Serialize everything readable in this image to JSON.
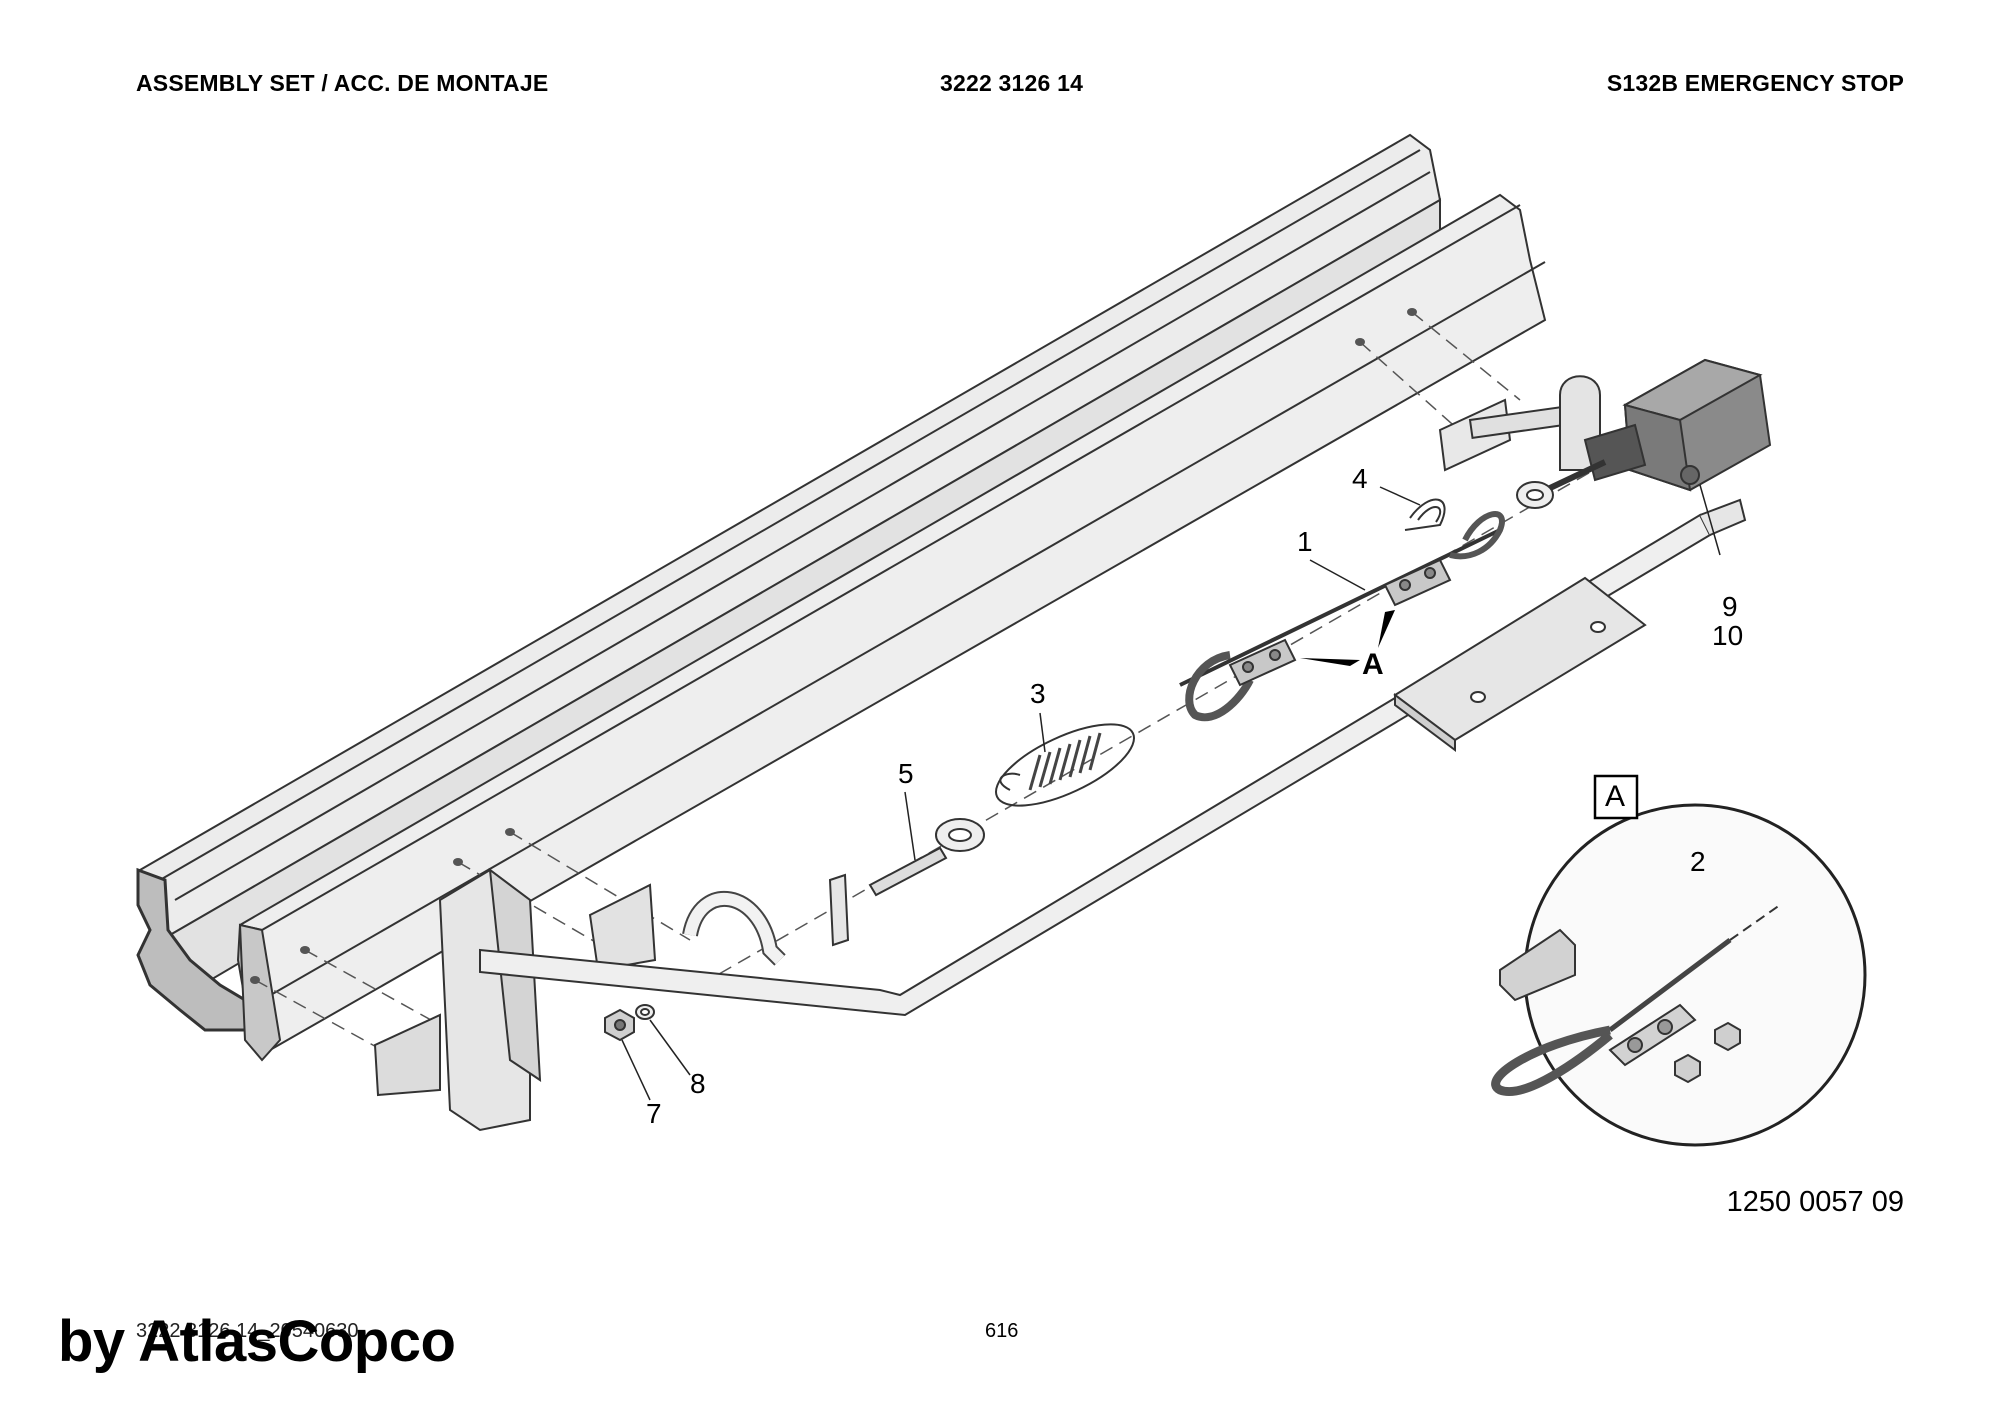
{
  "header": {
    "left": "ASSEMBLY SET / ACC. DE MONTAJE",
    "center": "3222 3126 14",
    "right": "S132B EMERGENCY STOP"
  },
  "callouts": {
    "c1": "1",
    "c2": "2",
    "c3": "3",
    "c4": "4",
    "c5": "5",
    "c7": "7",
    "c8": "8",
    "c9": "9",
    "c10": "10",
    "detail_marker": "A",
    "detail_box": "A"
  },
  "drawing_ref": "1250 0057 09",
  "footer": {
    "code": "3222 3126 14_20540630",
    "page": "616",
    "watermark": "by AtlasCopco"
  }
}
